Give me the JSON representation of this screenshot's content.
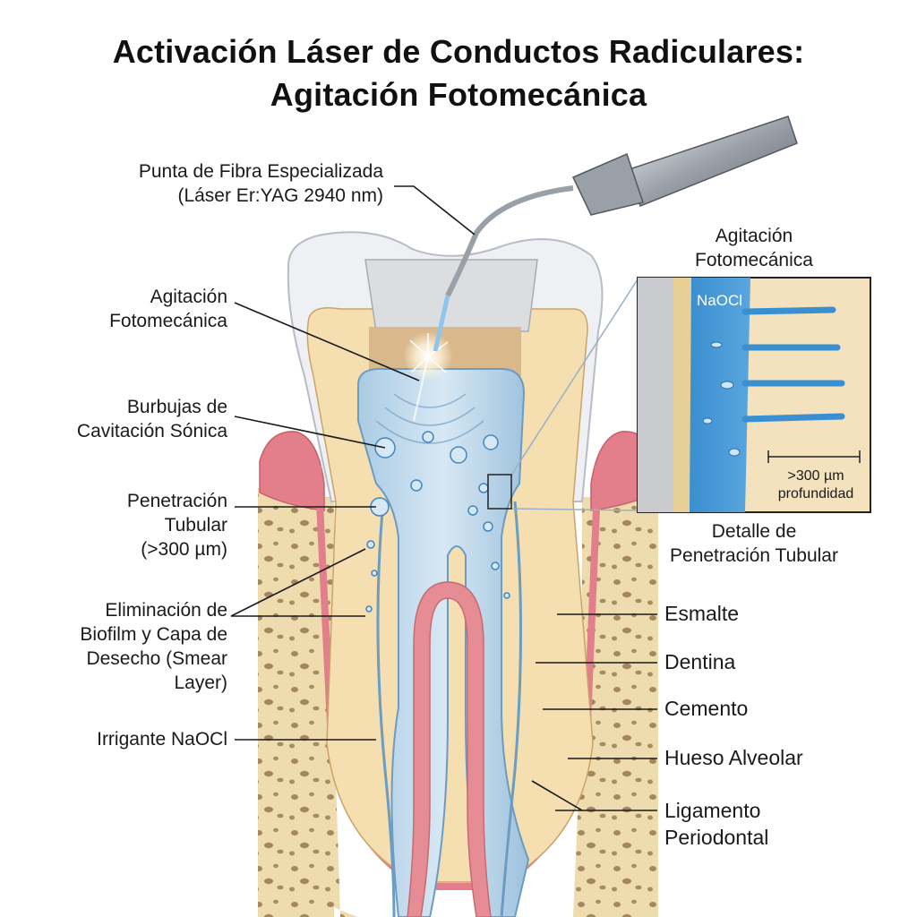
{
  "title": {
    "line1": "Activación Láser de Conductos Radiculares:",
    "line2": "Agitación Fotomecánica"
  },
  "left_labels": {
    "fiber_tip": [
      "Punta de Fibra Especializada",
      "(Láser Er:YAG 2940 nm)"
    ],
    "photomechanical": [
      "Agitación",
      "Fotomecánica"
    ],
    "bubbles": [
      "Burbujas de",
      "Cavitación Sónica"
    ],
    "tubular": [
      "Penetración",
      "Tubular",
      "(>300 µm)"
    ],
    "biofilm": [
      "Eliminación de",
      "Biofilm y Capa de",
      "Desecho (Smear",
      "Layer)"
    ],
    "irrigant": [
      "Irrigante NaOCl"
    ]
  },
  "right_labels": {
    "enamel": "Esmalte",
    "dentin": "Dentina",
    "cementum": "Cemento",
    "bone": "Hueso Alveolar",
    "ligament": [
      "Ligamento",
      "Periodontal"
    ]
  },
  "inset": {
    "title": [
      "Agitación",
      "Fotomecánica"
    ],
    "naocl": "NaOCl",
    "depth": [
      ">300 µm",
      "profundidad"
    ],
    "caption": [
      "Detalle de",
      "Penetración Tubular"
    ]
  },
  "colors": {
    "bone": "#efdcae",
    "bone_pore": "#8a6a45",
    "gum": "#e27f8a",
    "enamel": "#eef0f3",
    "dentin": "#f5deb0",
    "pulp_fluid": "#8fb9d8",
    "pulp_tissue": "#e58c94",
    "fiber_glow": "#ffffff",
    "leader": "#1a1a1a"
  }
}
